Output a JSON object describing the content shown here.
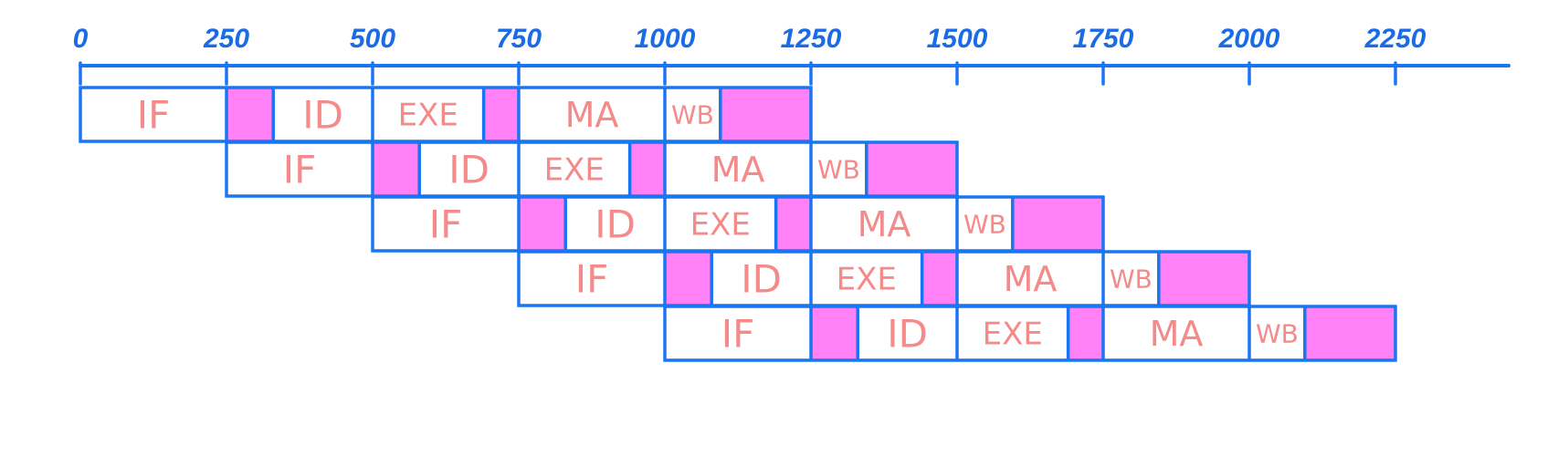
{
  "colors": {
    "line": "#1976f0",
    "stall_fill": "#ff80f7",
    "label": "#f48a8a",
    "tick_text": "#1a6be6"
  },
  "axis": {
    "ticks": [
      {
        "value": 0,
        "label": "0"
      },
      {
        "value": 250,
        "label": "250"
      },
      {
        "value": 500,
        "label": "500"
      },
      {
        "value": 750,
        "label": "750"
      },
      {
        "value": 1000,
        "label": "1000"
      },
      {
        "value": 1250,
        "label": "1250"
      },
      {
        "value": 1500,
        "label": "1500"
      },
      {
        "value": 1750,
        "label": "1750"
      },
      {
        "value": 2000,
        "label": "2000"
      },
      {
        "value": 2250,
        "label": "2250"
      }
    ]
  },
  "instructions": [
    {
      "start": 0,
      "segments": [
        {
          "label": "IF",
          "from": 0,
          "to": 250
        },
        {
          "stall": true,
          "from": 250,
          "to": 330
        },
        {
          "label": "ID",
          "from": 330,
          "to": 500
        },
        {
          "label": "EXE",
          "from": 500,
          "to": 690
        },
        {
          "stall": true,
          "from": 690,
          "to": 750
        },
        {
          "label": "MA",
          "from": 750,
          "to": 1000
        },
        {
          "label": "WB",
          "from": 1000,
          "to": 1095
        },
        {
          "stall": true,
          "from": 1095,
          "to": 1250
        }
      ]
    },
    {
      "start": 250,
      "segments": [
        {
          "label": "IF",
          "from": 250,
          "to": 500
        },
        {
          "stall": true,
          "from": 500,
          "to": 580
        },
        {
          "label": "ID",
          "from": 580,
          "to": 750
        },
        {
          "label": "EXE",
          "from": 750,
          "to": 940
        },
        {
          "stall": true,
          "from": 940,
          "to": 1000
        },
        {
          "label": "MA",
          "from": 1000,
          "to": 1250
        },
        {
          "label": "WB",
          "from": 1250,
          "to": 1345
        },
        {
          "stall": true,
          "from": 1345,
          "to": 1500
        }
      ]
    },
    {
      "start": 500,
      "segments": [
        {
          "label": "IF",
          "from": 500,
          "to": 750
        },
        {
          "stall": true,
          "from": 750,
          "to": 830
        },
        {
          "label": "ID",
          "from": 830,
          "to": 1000
        },
        {
          "label": "EXE",
          "from": 1000,
          "to": 1190
        },
        {
          "stall": true,
          "from": 1190,
          "to": 1250
        },
        {
          "label": "MA",
          "from": 1250,
          "to": 1500
        },
        {
          "label": "WB",
          "from": 1500,
          "to": 1595
        },
        {
          "stall": true,
          "from": 1595,
          "to": 1750
        }
      ]
    },
    {
      "start": 750,
      "segments": [
        {
          "label": "IF",
          "from": 750,
          "to": 1000
        },
        {
          "stall": true,
          "from": 1000,
          "to": 1080
        },
        {
          "label": "ID",
          "from": 1080,
          "to": 1250
        },
        {
          "label": "EXE",
          "from": 1250,
          "to": 1440
        },
        {
          "stall": true,
          "from": 1440,
          "to": 1500
        },
        {
          "label": "MA",
          "from": 1500,
          "to": 1750
        },
        {
          "label": "WB",
          "from": 1750,
          "to": 1845
        },
        {
          "stall": true,
          "from": 1845,
          "to": 2000
        }
      ]
    },
    {
      "start": 1000,
      "segments": [
        {
          "label": "IF",
          "from": 1000,
          "to": 1250
        },
        {
          "stall": true,
          "from": 1250,
          "to": 1330
        },
        {
          "label": "ID",
          "from": 1330,
          "to": 1500
        },
        {
          "label": "EXE",
          "from": 1500,
          "to": 1690
        },
        {
          "stall": true,
          "from": 1690,
          "to": 1750
        },
        {
          "label": "MA",
          "from": 1750,
          "to": 2000
        },
        {
          "label": "WB",
          "from": 2000,
          "to": 2095
        },
        {
          "stall": true,
          "from": 2095,
          "to": 2250
        }
      ]
    }
  ]
}
